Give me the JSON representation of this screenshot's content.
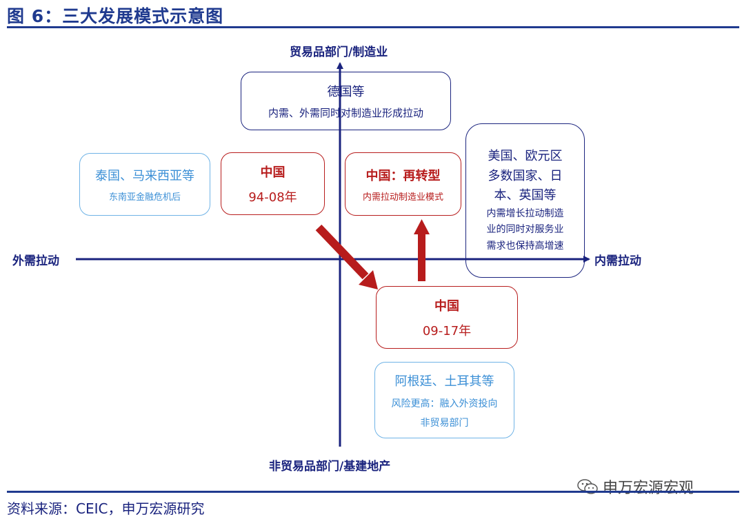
{
  "title": "图 6：三大发展模式示意图",
  "axes": {
    "top": "贸易品部门/制造业",
    "bottom": "非贸易品部门/基建地产",
    "left": "外需拉动",
    "right": "内需拉动"
  },
  "boxes": {
    "germany": {
      "line1": "德国等",
      "line2": "内需、外需同时对制造业形成拉动"
    },
    "thailand": {
      "line1": "泰国、马来西亚等",
      "line2": "东南亚金融危机后"
    },
    "china_9408": {
      "line1": "中国",
      "line2": "94-08年"
    },
    "china_re": {
      "line1": "中国：再转型",
      "line2": "内需拉动制造业模式"
    },
    "us_group": {
      "line1": "美国、欧元区",
      "line2": "多数国家、日",
      "line3": "本、英国等",
      "line4": "内需增长拉动制造",
      "line5": "业的同时对服务业",
      "line6": "需求也保持高增速"
    },
    "china_0917": {
      "line1": "中国",
      "line2": "09-17年"
    },
    "argentina": {
      "line1": "阿根廷、土耳其等",
      "line2": "风险更高：融入外资投向",
      "line3": "非贸易部门"
    }
  },
  "source": "资料来源：CEIC，申万宏源研究",
  "watermark": "申万宏源宏观",
  "colors": {
    "navy": "#1a237e",
    "red": "#b71c1c",
    "cyan": "#3b8fd6",
    "title_blue": "#1f3a8f"
  }
}
